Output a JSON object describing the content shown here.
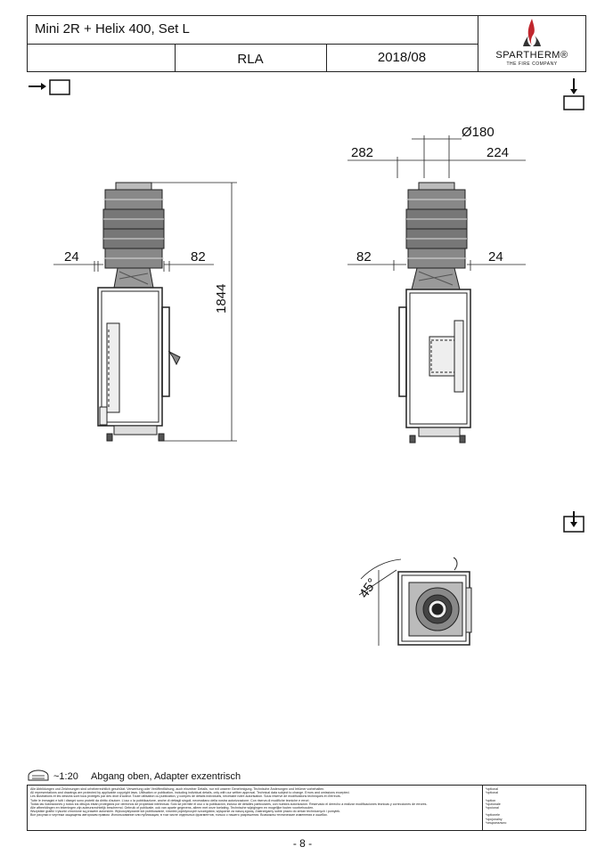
{
  "header": {
    "product_title": "Mini 2R + Helix 400, Set L",
    "code": "RLA",
    "date": "2018/08",
    "brand": "SPARTHERM®",
    "brand_tagline": "THE FIRE COMPANY"
  },
  "dimensions": {
    "left_view": {
      "left_offset": "24",
      "right_offset": "82",
      "height": "1844"
    },
    "right_view": {
      "diameter": "Ø180",
      "left_width": "282",
      "right_width": "224",
      "left_offset": "82",
      "right_offset": "24"
    },
    "top_view": {
      "angle": "45°"
    }
  },
  "footer": {
    "scale": "~1:20",
    "caption": "Abgang oben, Adapter exzentrisch",
    "legal_lines": [
      "Alle Abbildungen und Zeichnungen sind urheberrechtlich geschützt. Verwertung oder Veröffentlichung, auch einzelner Details, nur mit unserer Genehmigung. Technische Änderungen und Irrtümer vorbehalten.",
      "All representations and drawings are protected by applicable copyright laws. Utilisation or publication, including individual details, only with our written approval. Technical data subject to change. Errors and omissions excepted.",
      "Les illustrations et les dessins sont tous protégés par des droit d'auteur. Toute utilisation ou publication, y compris de détails individuels, nécessite notre autorisation. Sous reserve de modifications techniques et d'erreurs.",
      "Tutte le immagini e tutti i disegni sono protetti da diritto d'autore. L'uso o la pubblicazione, anche di dettagli singoli, necessitano della nostra autorizzazione. Con riserva di modifiche tecniche e errori.",
      "Todas las ilustraciones y todos los dibujos están protegidos por derechos de propiedad intelectual. Solo se permite el uso o la publicación, incluso de detalles particulares, con nuestra autorización. Reservado el derecho a realizar modificaciones técnicas y correcciones de errores.",
      "Alle afbeeldingen en tekeningen zijn auteursrechtelijk beschermd. Gebruik of publicatie, ook van aparte gegevens, alleen met onze toelating. Technische wijzigingen en mogelijke fouten voorbehouden.",
      "Wszystkie grafiki i rysunki chronione są prawem autorskim. Wykorzystywanie lub publikowanie, również pojedynczych szczegółów, wyłącznie za naszą zgodą. Zastrzegamy sobie prawo do zmian technicznych i pomyłek.",
      "Все рисунки и чертежи защищены авторским правом. Использование или публикация, в том числе отдельных фрагментов, только с нашего разрешения. Возможны технические изменения и ошибки."
    ],
    "options": [
      "*optional",
      "*optional",
      "",
      "*option",
      "*opzionale",
      "*opcional",
      "",
      "*optionele",
      "*opcjonalny",
      "*опционально"
    ],
    "page_number": "- 8 -"
  }
}
